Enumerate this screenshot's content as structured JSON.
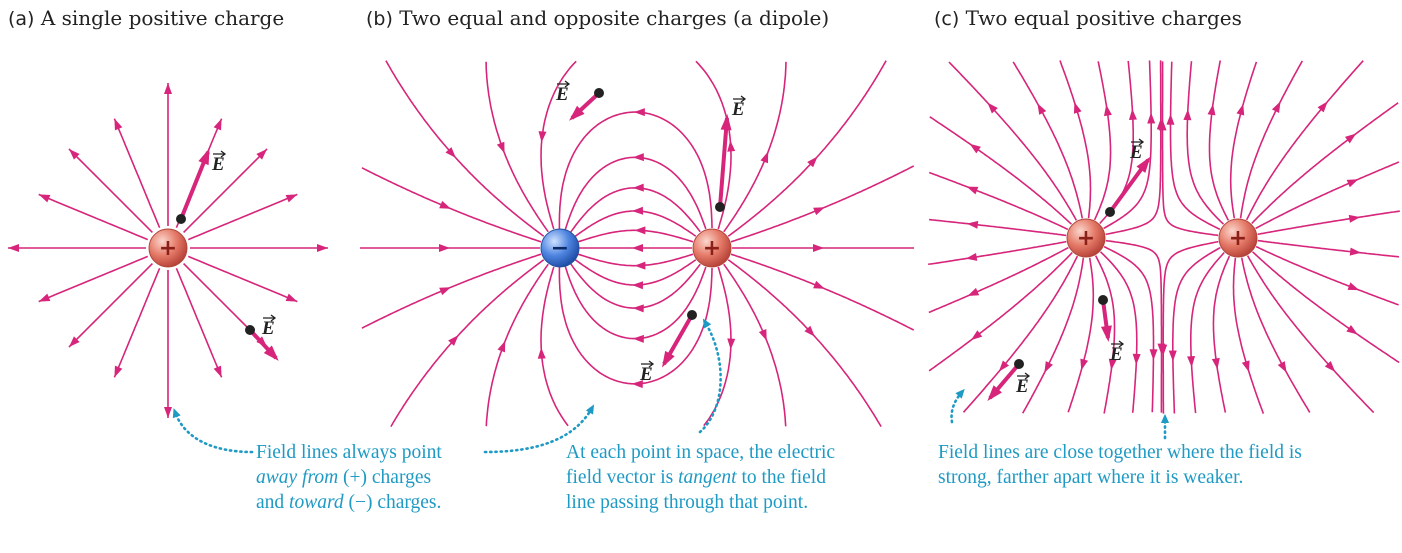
{
  "panels": [
    {
      "tag": "(a)",
      "title": "A single positive charge"
    },
    {
      "tag": "(b)",
      "title": "Two equal and opposite charges (a dipole)"
    },
    {
      "tag": "(c)",
      "title": "Two equal positive charges"
    }
  ],
  "charges": {
    "positive": "+",
    "negative": "−"
  },
  "field_vector_label": "E",
  "captions": {
    "lines_point": {
      "line1": "Field lines always point",
      "line2_em": "away from",
      "line2_rest": " (+) charges",
      "line3_pre": "and ",
      "line3_em": "toward",
      "line3_rest": " (−) charges."
    },
    "tangent": {
      "line1": "At each point in space, the electric",
      "line2_pre": "field vector is ",
      "line2_em": "tangent",
      "line2_rest": " to the field",
      "line3": "line passing through that point."
    },
    "density": {
      "line1": "Field lines are close together where the field is",
      "line2": "strong, farther apart where it is weaker."
    }
  },
  "colors": {
    "field_line": "#d6257a",
    "caption": "#1e9ac4",
    "positive_charge": "#e06a5c",
    "negative_charge": "#3f72d6"
  }
}
